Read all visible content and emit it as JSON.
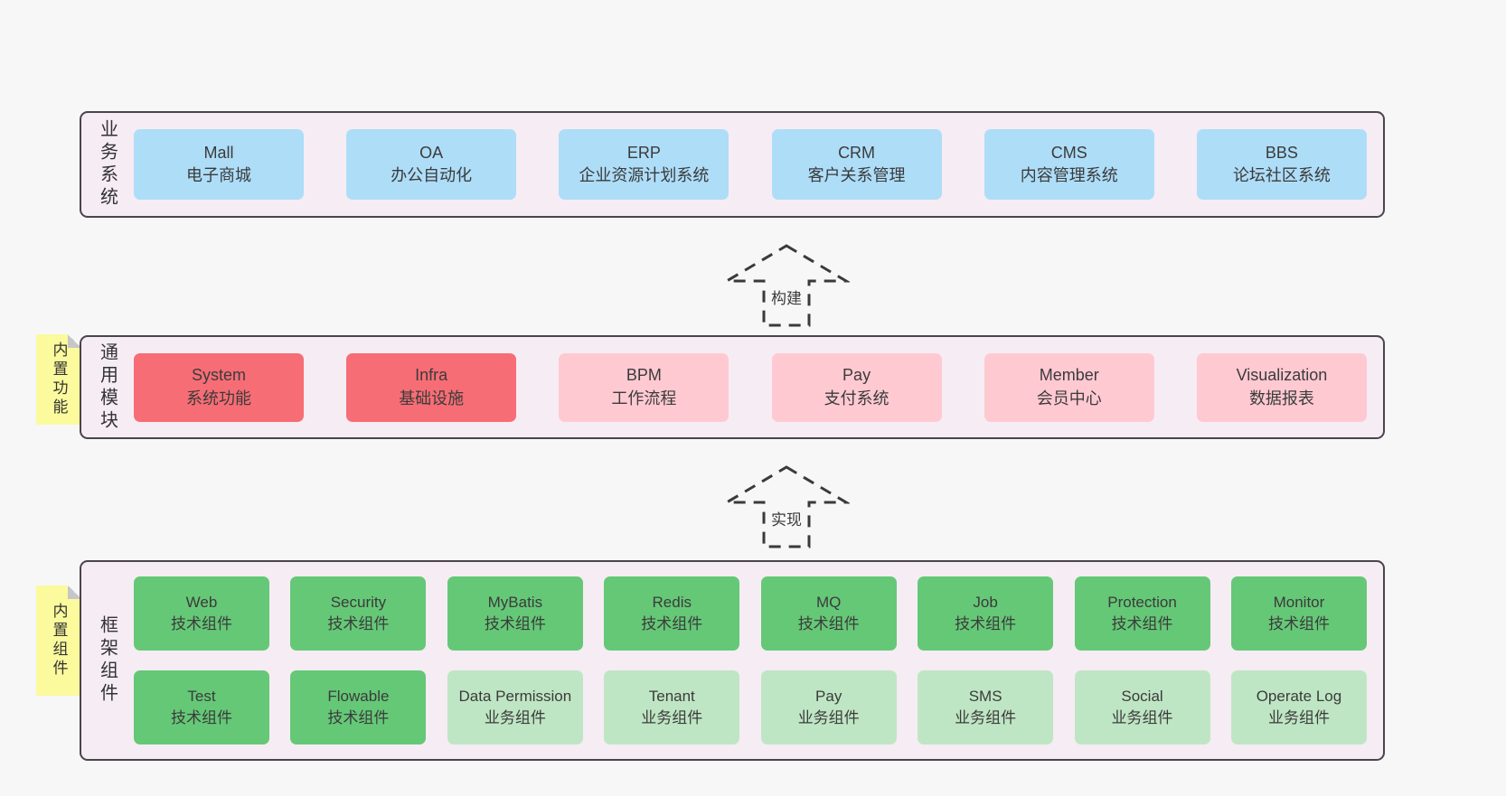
{
  "colors": {
    "pageBg": "#f7f7f7",
    "containerBg": "#f6ecf4",
    "blue": "#aeddf8",
    "red": "#f76d75",
    "pink": "#ffc9d2",
    "green": "#65c877",
    "lightGreen": "#bfe6c4",
    "yellow": "#fbfa9d",
    "line": "#3a3a3a"
  },
  "arrows": [
    {
      "label": "构建"
    },
    {
      "label": "实现"
    }
  ],
  "layers": [
    {
      "label": "业务系统",
      "boxes": [
        {
          "name": "Mall",
          "desc": "电子商城"
        },
        {
          "name": "OA",
          "desc": "办公自动化"
        },
        {
          "name": "ERP",
          "desc": "企业资源计划系统"
        },
        {
          "name": "CRM",
          "desc": "客户关系管理"
        },
        {
          "name": "CMS",
          "desc": "内容管理系统"
        },
        {
          "name": "BBS",
          "desc": "论坛社区系统"
        }
      ]
    },
    {
      "label": "通用模块",
      "tab": "内置功能",
      "boxes": [
        {
          "name": "System",
          "desc": "系统功能"
        },
        {
          "name": "Infra",
          "desc": "基础设施"
        },
        {
          "name": "BPM",
          "desc": "工作流程"
        },
        {
          "name": "Pay",
          "desc": "支付系统"
        },
        {
          "name": "Member",
          "desc": "会员中心"
        },
        {
          "name": "Visualization",
          "desc": "数据报表"
        }
      ]
    },
    {
      "label": "框架组件",
      "tab": "内置组件",
      "boxes": [
        {
          "name": "Web",
          "desc": "技术组件"
        },
        {
          "name": "Security",
          "desc": "技术组件"
        },
        {
          "name": "MyBatis",
          "desc": "技术组件"
        },
        {
          "name": "Redis",
          "desc": "技术组件"
        },
        {
          "name": "MQ",
          "desc": "技术组件"
        },
        {
          "name": "Job",
          "desc": "技术组件"
        },
        {
          "name": "Protection",
          "desc": "技术组件"
        },
        {
          "name": "Monitor",
          "desc": "技术组件"
        },
        {
          "name": "Test",
          "desc": "技术组件"
        },
        {
          "name": "Flowable",
          "desc": "技术组件"
        },
        {
          "name": "Data Permission",
          "desc": "业务组件"
        },
        {
          "name": "Tenant",
          "desc": "业务组件"
        },
        {
          "name": "Pay",
          "desc": "业务组件"
        },
        {
          "name": "SMS",
          "desc": "业务组件"
        },
        {
          "name": "Social",
          "desc": "业务组件"
        },
        {
          "name": "Operate Log",
          "desc": "业务组件"
        }
      ]
    }
  ]
}
